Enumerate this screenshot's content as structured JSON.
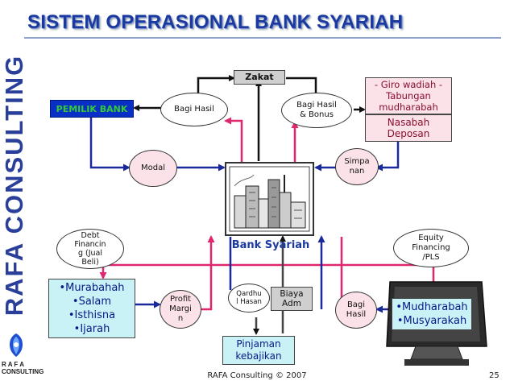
{
  "title": "SISTEM OPERASIONAL BANK SYARIAH",
  "brand_vertical": "RAFA CONSULTING",
  "logo_text": [
    "R A F A",
    "CONSULTING"
  ],
  "nodes": {
    "zakat": "Zakat",
    "pemilik_bank": "PEMILIK BANK",
    "bagi_hasil_top": "Bagi Hasil",
    "bagi_hasil_bonus": [
      "Bagi Hasil",
      "& Bonus"
    ],
    "giro": [
      "- Giro wadiah -",
      "Tabungan",
      "mudharabah"
    ],
    "nasabah_deposan": [
      "Nasabah",
      "Deposan"
    ],
    "modal": "Modal",
    "simpanan": [
      "Simpa",
      "nan"
    ],
    "bank_syariah": "Bank Syariah",
    "debt_financing": [
      "Debt",
      "Financin",
      "g (Jual",
      "Beli)"
    ],
    "equity_financing": [
      "Equity",
      "Financing",
      "/PLS"
    ],
    "debt_products": [
      "•Murabahah",
      "•Salam",
      "•Isthisna",
      "•Ijarah"
    ],
    "profit_margin": [
      "Profit",
      "Margi",
      "n"
    ],
    "qardhul_hasan": [
      "Qardhu",
      "l Hasan"
    ],
    "biaya_adm": [
      "Biaya",
      "Adm"
    ],
    "bagi_hasil_bottom": [
      "Bagi",
      "Hasil"
    ],
    "equity_products": [
      "•Mudharabah",
      "•Musyarakah"
    ],
    "pinjaman_kebajikan": [
      "Pinjaman",
      "kebajikan"
    ]
  },
  "footer": "RAFA Consulting © 2007",
  "page_number": "25",
  "colors": {
    "title": "#1a3aa0",
    "arrow_black": "#111111",
    "arrow_pink": "#e0266e",
    "arrow_navy": "#1a2a9a",
    "pemilik_bg": "#0a2fc7",
    "pemilik_text": "#33cc33"
  }
}
